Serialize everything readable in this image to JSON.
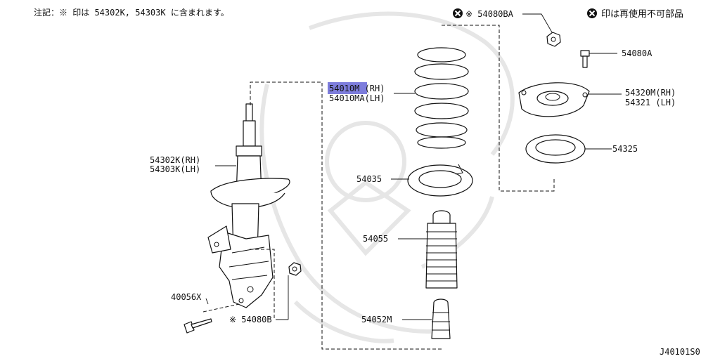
{
  "header": {
    "note": "注記：※ 印は 54302K, 54303K に含まれます。",
    "legend_text": "印は再使用不可部品"
  },
  "parts": {
    "p54010_rh": "54010M (RH)",
    "p54010_lh": "54010MA(LH)",
    "p54035": "54035",
    "p54055": "54055",
    "p54052": "54052M",
    "p54080ba": "※ 54080BA",
    "p54080a": "54080A",
    "p54320_rh": "54320M(RH)",
    "p54321_lh": "54321 (LH)",
    "p54325": "54325",
    "p54302_rh": "54302K(RH)",
    "p54303_lh": "54303K(LH)",
    "p40056": "40056X",
    "p54080b": "※ 54080B"
  },
  "footer": {
    "diagram_id": "J40101S0"
  },
  "colors": {
    "highlight": "#7d7ddc",
    "ink": "#111111"
  },
  "icons": {
    "non_reusable": "x-circle-icon"
  }
}
